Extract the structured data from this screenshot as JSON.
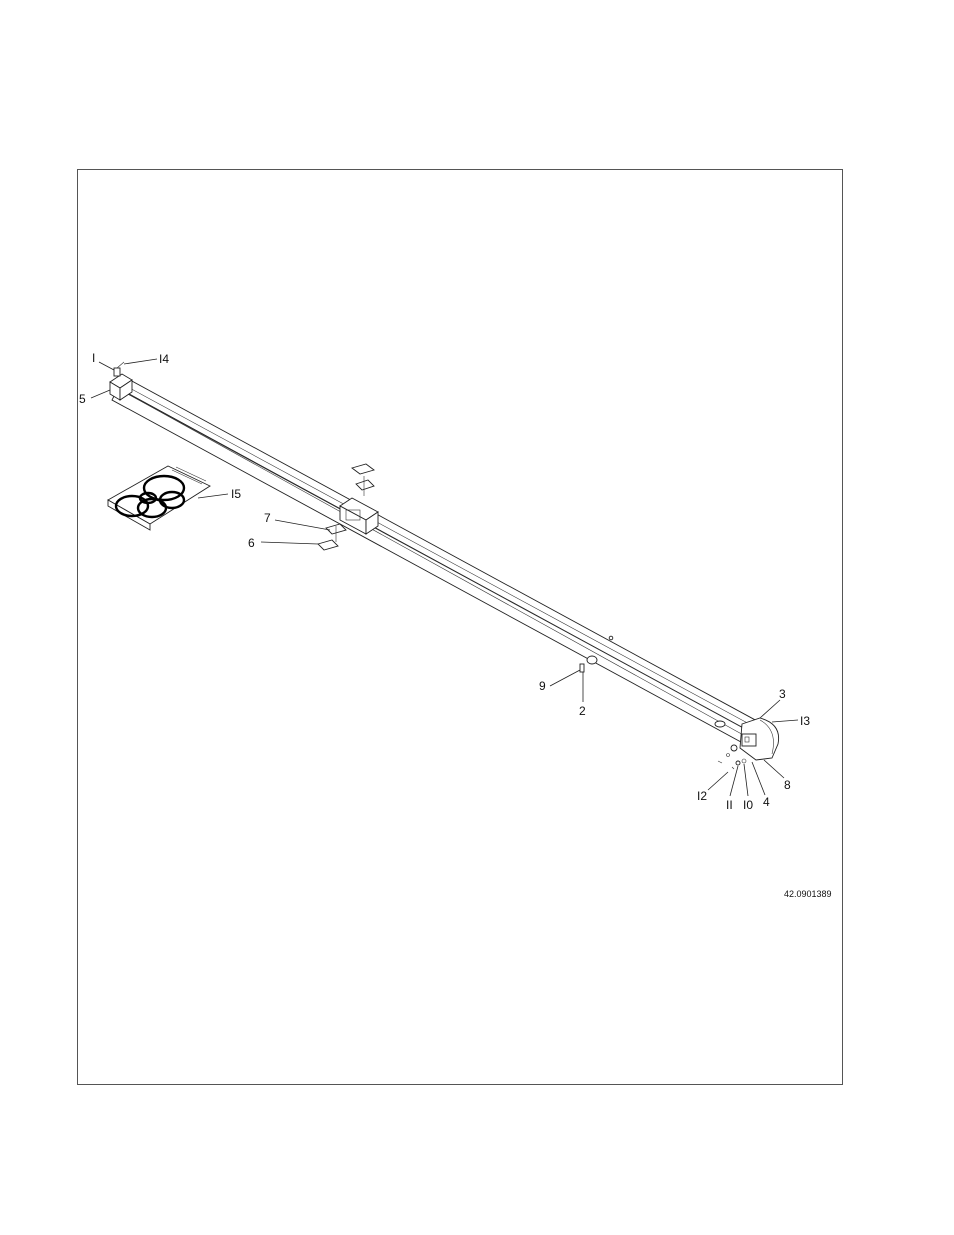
{
  "diagram": {
    "drawing_number": "42.0901389",
    "callouts": [
      {
        "id": "1",
        "label": "I"
      },
      {
        "id": "14",
        "label": "I4"
      },
      {
        "id": "5",
        "label": "5"
      },
      {
        "id": "15",
        "label": "I5"
      },
      {
        "id": "7",
        "label": "7"
      },
      {
        "id": "6",
        "label": "6"
      },
      {
        "id": "9",
        "label": "9"
      },
      {
        "id": "2",
        "label": "2"
      },
      {
        "id": "3",
        "label": "3"
      },
      {
        "id": "13",
        "label": "I3"
      },
      {
        "id": "8",
        "label": "8"
      },
      {
        "id": "12",
        "label": "I2"
      },
      {
        "id": "11",
        "label": "II"
      },
      {
        "id": "10",
        "label": "I0"
      },
      {
        "id": "4",
        "label": "4"
      }
    ]
  }
}
